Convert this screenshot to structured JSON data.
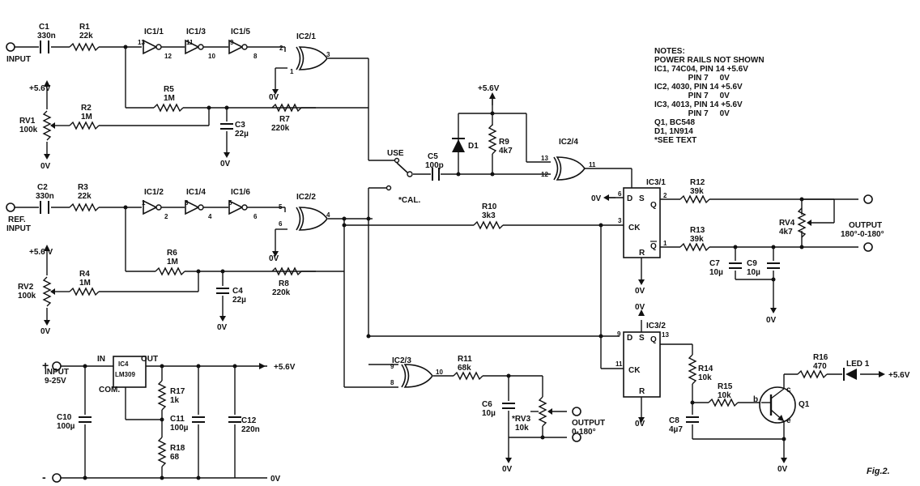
{
  "labels": {
    "c1": "C1",
    "c1v": "330n",
    "r1": "R1",
    "r1v": "22k",
    "input": "INPUT",
    "ic11": "IC1/1",
    "ic13": "IC1/3",
    "ic15": "IC1/5",
    "ic21": "IC2/1",
    "p13": "13",
    "p12": "12",
    "p11": "11",
    "p10": "10",
    "p9": "9",
    "p8": "8",
    "p2a": "2",
    "p1a": "1",
    "p3a": "3",
    "v56a": "+5.6V",
    "rv1": "RV1",
    "rv1v": "100k",
    "r2": "R2",
    "r2v": "1M",
    "r5": "R5",
    "r5v": "1M",
    "c3": "C3",
    "c3v": "22µ",
    "r7": "R7",
    "r7v": "220k",
    "ov": "0V",
    "c2": "C2",
    "c2v": "330n",
    "r3": "R3",
    "r3v": "22k",
    "refin1": "REF.",
    "refin2": "INPUT",
    "ic12": "IC1/2",
    "ic14": "IC1/4",
    "ic16": "IC1/6",
    "ic22": "IC2/2",
    "p1": "1",
    "p2": "2",
    "p3": "3",
    "p4": "4",
    "p5": "5",
    "p6": "6",
    "v56b": "+5.6 V",
    "rv2": "RV2",
    "rv2v": "100k",
    "r4": "R4",
    "r4v": "1M",
    "r6": "R6",
    "r6v": "1M",
    "c4": "C4",
    "c4v": "22µ",
    "r8": "R8",
    "r8v": "220k",
    "use": "USE",
    "cal": "*CAL.",
    "c5": "C5",
    "c5v": "100p",
    "v56c": "+5.6V",
    "d1": "D1",
    "r9": "R9",
    "r9v": "4k7",
    "ic24": "IC2/4",
    "r10": "R10",
    "r10v": "3k3",
    "ic31": "IC3/1",
    "d": "D",
    "s": "S",
    "q": "Q",
    "qbar": "Q",
    "ck": "CK",
    "r": "R",
    "r12": "R12",
    "r12v": "39k",
    "r13": "R13",
    "r13v": "39k",
    "rv4": "RV4",
    "rv4v": "4k7",
    "out1": "OUTPUT",
    "out1v": "180°-0-180°",
    "c7": "C7",
    "c7v": "10µ",
    "c9": "C9",
    "c9v": "10µ",
    "ic23": "IC2/3",
    "r11": "R11",
    "r11v": "68k",
    "c6": "C6",
    "c6v": "10µ",
    "rv3": "*RV3",
    "rv3v": "10k",
    "out2": "OUTPUT",
    "out2v": "0-180°",
    "ic32": "IC3/2",
    "r14": "R14",
    "r14v": "10k",
    "r15": "R15",
    "r15v": "10k",
    "r16": "R16",
    "r16v": "470",
    "led1": "LED 1",
    "q1": "Q1",
    "c8": "C8",
    "c8v": "4µ7",
    "b": "b",
    "c": "c",
    "e": "e",
    "pwr_in": "INPUT",
    "pwr_inv": "9-25V",
    "plus": "+",
    "minus": "-",
    "ic4": "IC4",
    "lm309": "LM309",
    "in": "IN",
    "out": "OUT",
    "com": "COM.",
    "r17": "R17",
    "r17v": "1k",
    "r18": "R18",
    "r18v": "68",
    "c10": "C10",
    "c10v": "100µ",
    "c11": "C11",
    "c11v": "100µ",
    "c12": "C12",
    "c12v": "220n",
    "fig": "Fig.2."
  },
  "notes": [
    "NOTES:",
    "",
    "POWER RAILS NOT SHOWN",
    "IC1, 74C04, PIN 14 +5.6V",
    "               PIN 7     0V",
    "IC2, 4030, PIN 14 +5.6V",
    "               PIN 7     0V",
    "IC3, 4013, PIN 14 +5.6V",
    "               PIN 7     0V",
    "Q1, BC548",
    "D1, 1N914",
    "*SEE TEXT"
  ]
}
